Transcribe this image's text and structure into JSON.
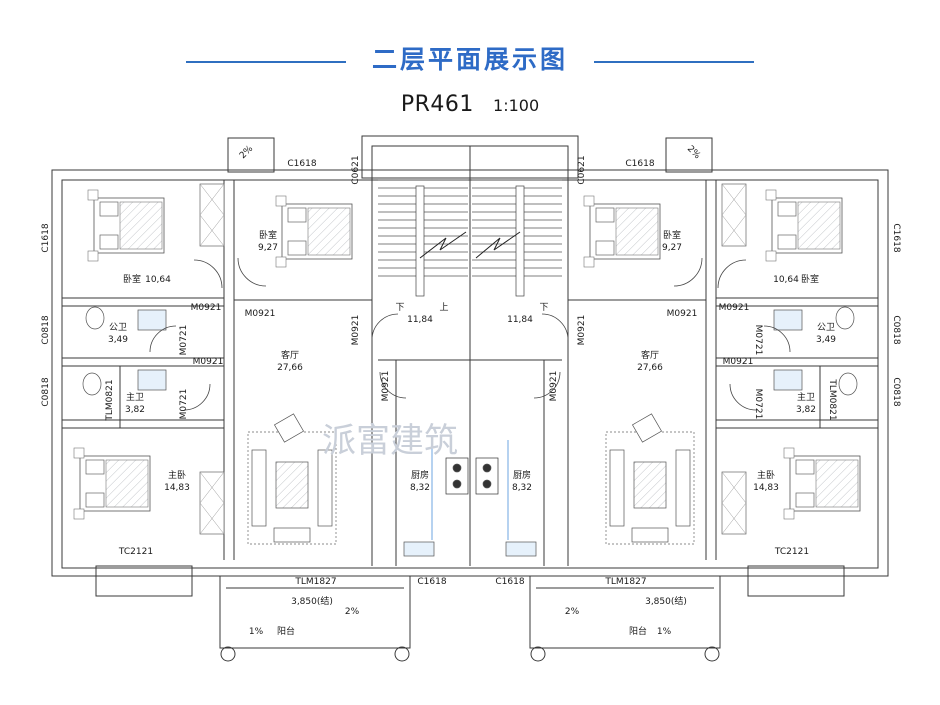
{
  "header": {
    "title": "二层平面展示图",
    "code": "PR461",
    "scale": "1:100"
  },
  "watermark": {
    "text": "派富建筑"
  },
  "rooms": {
    "bed_tl": {
      "name": "卧室",
      "area": "10,64"
    },
    "bed_small_l": {
      "name": "卧室",
      "area": "9,27"
    },
    "bath_pub_l": {
      "name": "公卫",
      "area": "3,49"
    },
    "bath_main_l": {
      "name": "主卫",
      "area": "3,82"
    },
    "master_l": {
      "name": "主卧",
      "area": "14,83"
    },
    "living_l": {
      "name": "客厅",
      "area": "27,66"
    },
    "kitchen_l": {
      "name": "厨房",
      "area": "8,32"
    },
    "stair_l": {
      "area": "11,84",
      "down": "下",
      "up": "上"
    },
    "stair_r": {
      "area": "11,84",
      "down": "下"
    },
    "kitchen_r": {
      "name": "厨房",
      "area": "8,32"
    },
    "living_r": {
      "name": "客厅",
      "area": "27,66"
    },
    "bed_small_r": {
      "name": "卧室",
      "area": "9,27"
    },
    "bed_tr": {
      "area": "10,64",
      "name": "卧室"
    },
    "bath_pub_r": {
      "name": "公卫",
      "area": "3,49"
    },
    "bath_main_r": {
      "name": "主卫",
      "area": "3,82"
    },
    "master_r": {
      "name": "主卧",
      "area": "14,83"
    },
    "balcony_l": {
      "name": "阳台",
      "elev": "3,850(结)",
      "slope_a": "1%",
      "slope_b": "2%"
    },
    "balcony_r": {
      "name": "阳台",
      "elev": "3,850(结)",
      "slope_a": "1%",
      "slope_b": "2%"
    }
  },
  "openings": {
    "c1618": "C1618",
    "c0621": "C0621",
    "c0818": "C0818",
    "m0921": "M0921",
    "m0721": "M0721",
    "tlm0821": "TLM0821",
    "tc2121": "TC2121",
    "tlm1827": "TLM1827",
    "slope_2": "2%"
  }
}
